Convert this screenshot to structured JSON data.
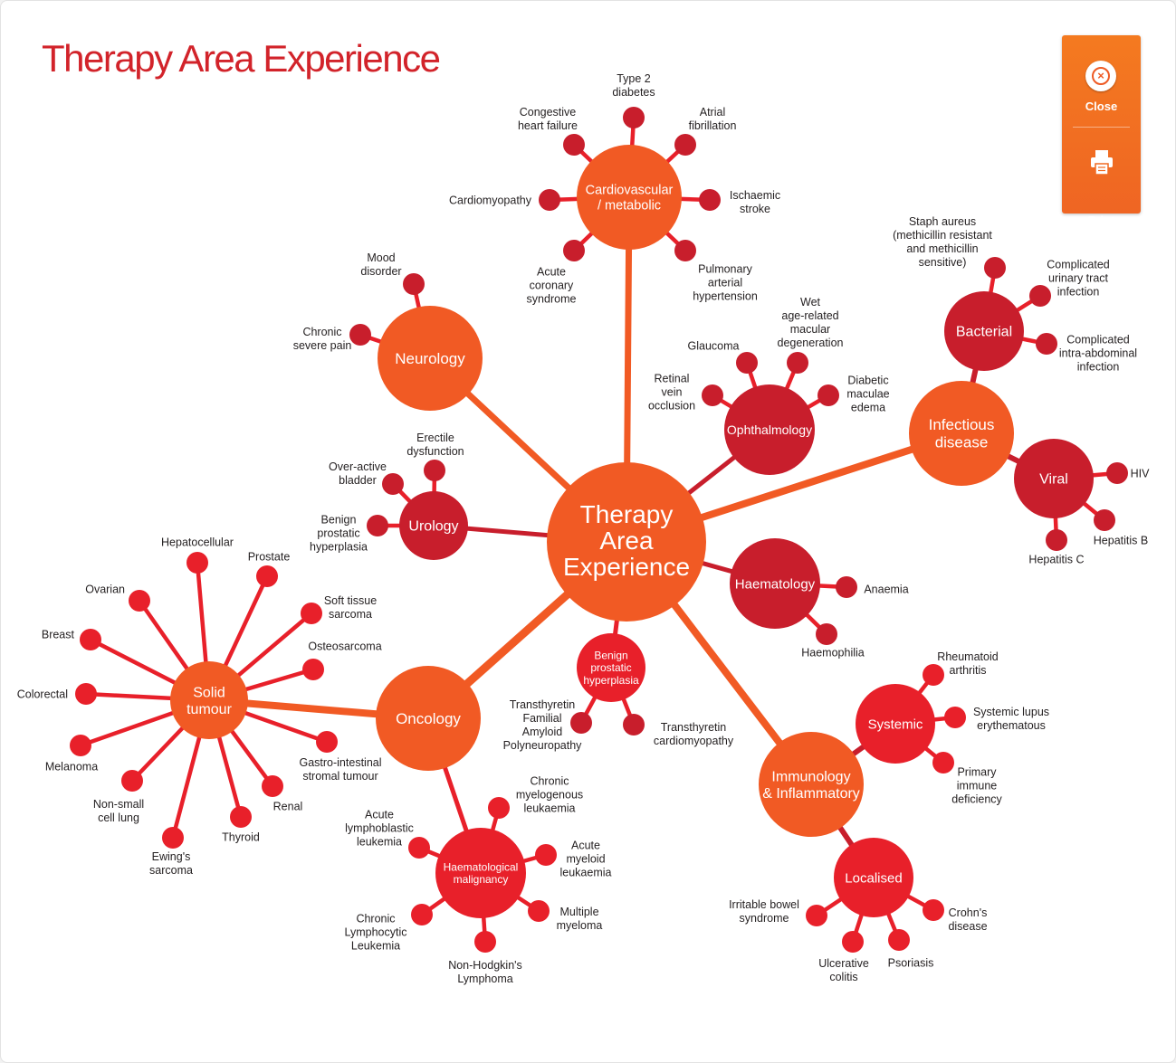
{
  "title": "Therapy Area Experience",
  "panel": {
    "close_label": "Close",
    "print_label": "Print",
    "close_icon": "close-icon",
    "print_icon": "printer-icon"
  },
  "colors": {
    "title": "#d2232a",
    "orange": "#f15a24",
    "crimson": "#c81e2c",
    "red": "#e8202a",
    "panel": "#f47a20",
    "text": "#231f20"
  },
  "center": {
    "lines": [
      "Therapy",
      "Area",
      "Experience"
    ]
  },
  "categories": [
    {
      "name": "Cardiovascular / metabolic",
      "lines": [
        "Cardiovascular",
        "/ metabolic"
      ],
      "leaves": [
        {
          "lines": [
            "Type 2",
            "diabetes"
          ]
        },
        {
          "lines": [
            "Atrial",
            "fibrillation"
          ]
        },
        {
          "lines": [
            "Ischaemic",
            "stroke"
          ]
        },
        {
          "lines": [
            "Pulmonary",
            "arterial",
            "hypertension"
          ]
        },
        {
          "lines": [
            "Acute",
            "coronary",
            "syndrome"
          ]
        },
        {
          "lines": [
            "Cardiomyopathy"
          ]
        },
        {
          "lines": [
            "Congestive",
            "heart failure"
          ]
        }
      ]
    },
    {
      "name": "Neurology",
      "lines": [
        "Neurology"
      ],
      "leaves": [
        {
          "lines": [
            "Mood",
            "disorder"
          ]
        },
        {
          "lines": [
            "Chronic",
            "severe pain"
          ]
        }
      ]
    },
    {
      "name": "Urology",
      "lines": [
        "Urology"
      ],
      "leaves": [
        {
          "lines": [
            "Erectile",
            "dysfunction"
          ]
        },
        {
          "lines": [
            "Over-active",
            "bladder"
          ]
        },
        {
          "lines": [
            "Benign",
            "prostatic",
            "hyperplasia"
          ]
        }
      ]
    },
    {
      "name": "Ophthalmology",
      "lines": [
        "Ophthalmology"
      ],
      "leaves": [
        {
          "lines": [
            "Glaucoma"
          ]
        },
        {
          "lines": [
            "Wet",
            "age-related",
            "macular",
            "degeneration"
          ]
        },
        {
          "lines": [
            "Diabetic",
            "maculae",
            "edema"
          ]
        },
        {
          "lines": [
            "Retinal",
            "vein",
            "occlusion"
          ]
        }
      ]
    },
    {
      "name": "Infectious disease",
      "lines": [
        "Infectious",
        "disease"
      ],
      "subgroups": [
        {
          "name": "Bacterial",
          "lines": [
            "Bacterial"
          ],
          "leaves": [
            {
              "lines": [
                "Staph aureus",
                "(methicillin resistant",
                "and methicillin",
                "sensitive)"
              ]
            },
            {
              "lines": [
                "Complicated",
                "urinary tract",
                "infection"
              ]
            },
            {
              "lines": [
                "Complicated",
                "intra-abdominal",
                "infection"
              ]
            }
          ]
        },
        {
          "name": "Viral",
          "lines": [
            "Viral"
          ],
          "leaves": [
            {
              "lines": [
                "HIV"
              ]
            },
            {
              "lines": [
                "Hepatitis B"
              ]
            },
            {
              "lines": [
                "Hepatitis C"
              ]
            }
          ]
        }
      ]
    },
    {
      "name": "Haematology",
      "lines": [
        "Haematology"
      ],
      "leaves": [
        {
          "lines": [
            "Anaemia"
          ]
        },
        {
          "lines": [
            "Haemophilia"
          ]
        }
      ]
    },
    {
      "name": "Benign prostatic hyperplasia",
      "lines": [
        "Benign",
        "prostatic",
        "hyperplasia"
      ],
      "leaves": [
        {
          "lines": [
            "Transthyretin",
            "Familial",
            "Amyloid",
            "Polyneuropathy"
          ]
        },
        {
          "lines": [
            "Transthyretin",
            "cardiomyopathy"
          ]
        }
      ]
    },
    {
      "name": "Immunology & Inflammatory",
      "lines": [
        "Immunology",
        "& Inflammatory"
      ],
      "subgroups": [
        {
          "name": "Systemic",
          "lines": [
            "Systemic"
          ],
          "leaves": [
            {
              "lines": [
                "Rheumatoid",
                "arthritis"
              ]
            },
            {
              "lines": [
                "Systemic lupus",
                "erythematous"
              ]
            },
            {
              "lines": [
                "Primary",
                "immune",
                "deficiency"
              ]
            }
          ]
        },
        {
          "name": "Localised",
          "lines": [
            "Localised"
          ],
          "leaves": [
            {
              "lines": [
                "Irritable bowel",
                "syndrome"
              ]
            },
            {
              "lines": [
                "Ulcerative",
                "colitis"
              ]
            },
            {
              "lines": [
                "Psoriasis"
              ]
            },
            {
              "lines": [
                "Crohn's",
                "disease"
              ]
            }
          ]
        }
      ]
    },
    {
      "name": "Oncology",
      "lines": [
        "Oncology"
      ],
      "subgroups": [
        {
          "name": "Solid tumour",
          "lines": [
            "Solid",
            "tumour"
          ],
          "leaves": [
            {
              "lines": [
                "Hepatocellular"
              ]
            },
            {
              "lines": [
                "Prostate"
              ]
            },
            {
              "lines": [
                "Soft tissue",
                "sarcoma"
              ]
            },
            {
              "lines": [
                "Osteosarcoma"
              ]
            },
            {
              "lines": [
                "Gastro-intestinal",
                "stromal tumour"
              ]
            },
            {
              "lines": [
                "Renal"
              ]
            },
            {
              "lines": [
                "Thyroid"
              ]
            },
            {
              "lines": [
                "Ewing's",
                "sarcoma"
              ]
            },
            {
              "lines": [
                "Non-small",
                "cell lung"
              ]
            },
            {
              "lines": [
                "Melanoma"
              ]
            },
            {
              "lines": [
                "Colorectal"
              ]
            },
            {
              "lines": [
                "Breast"
              ]
            },
            {
              "lines": [
                "Ovarian"
              ]
            }
          ]
        },
        {
          "name": "Haematological malignancy",
          "lines": [
            "Haematological",
            "malignancy"
          ],
          "leaves": [
            {
              "lines": [
                "Chronic",
                "myelogenous",
                "leukaemia"
              ]
            },
            {
              "lines": [
                "Acute",
                "myeloid",
                "leukaemia"
              ]
            },
            {
              "lines": [
                "Multiple",
                "myeloma"
              ]
            },
            {
              "lines": [
                "Non-Hodgkin's",
                "Lymphoma"
              ]
            },
            {
              "lines": [
                "Chronic",
                "Lymphocytic",
                "Leukemia"
              ]
            },
            {
              "lines": [
                "Acute",
                "lymphoblastic",
                "leukemia"
              ]
            }
          ]
        }
      ]
    }
  ]
}
